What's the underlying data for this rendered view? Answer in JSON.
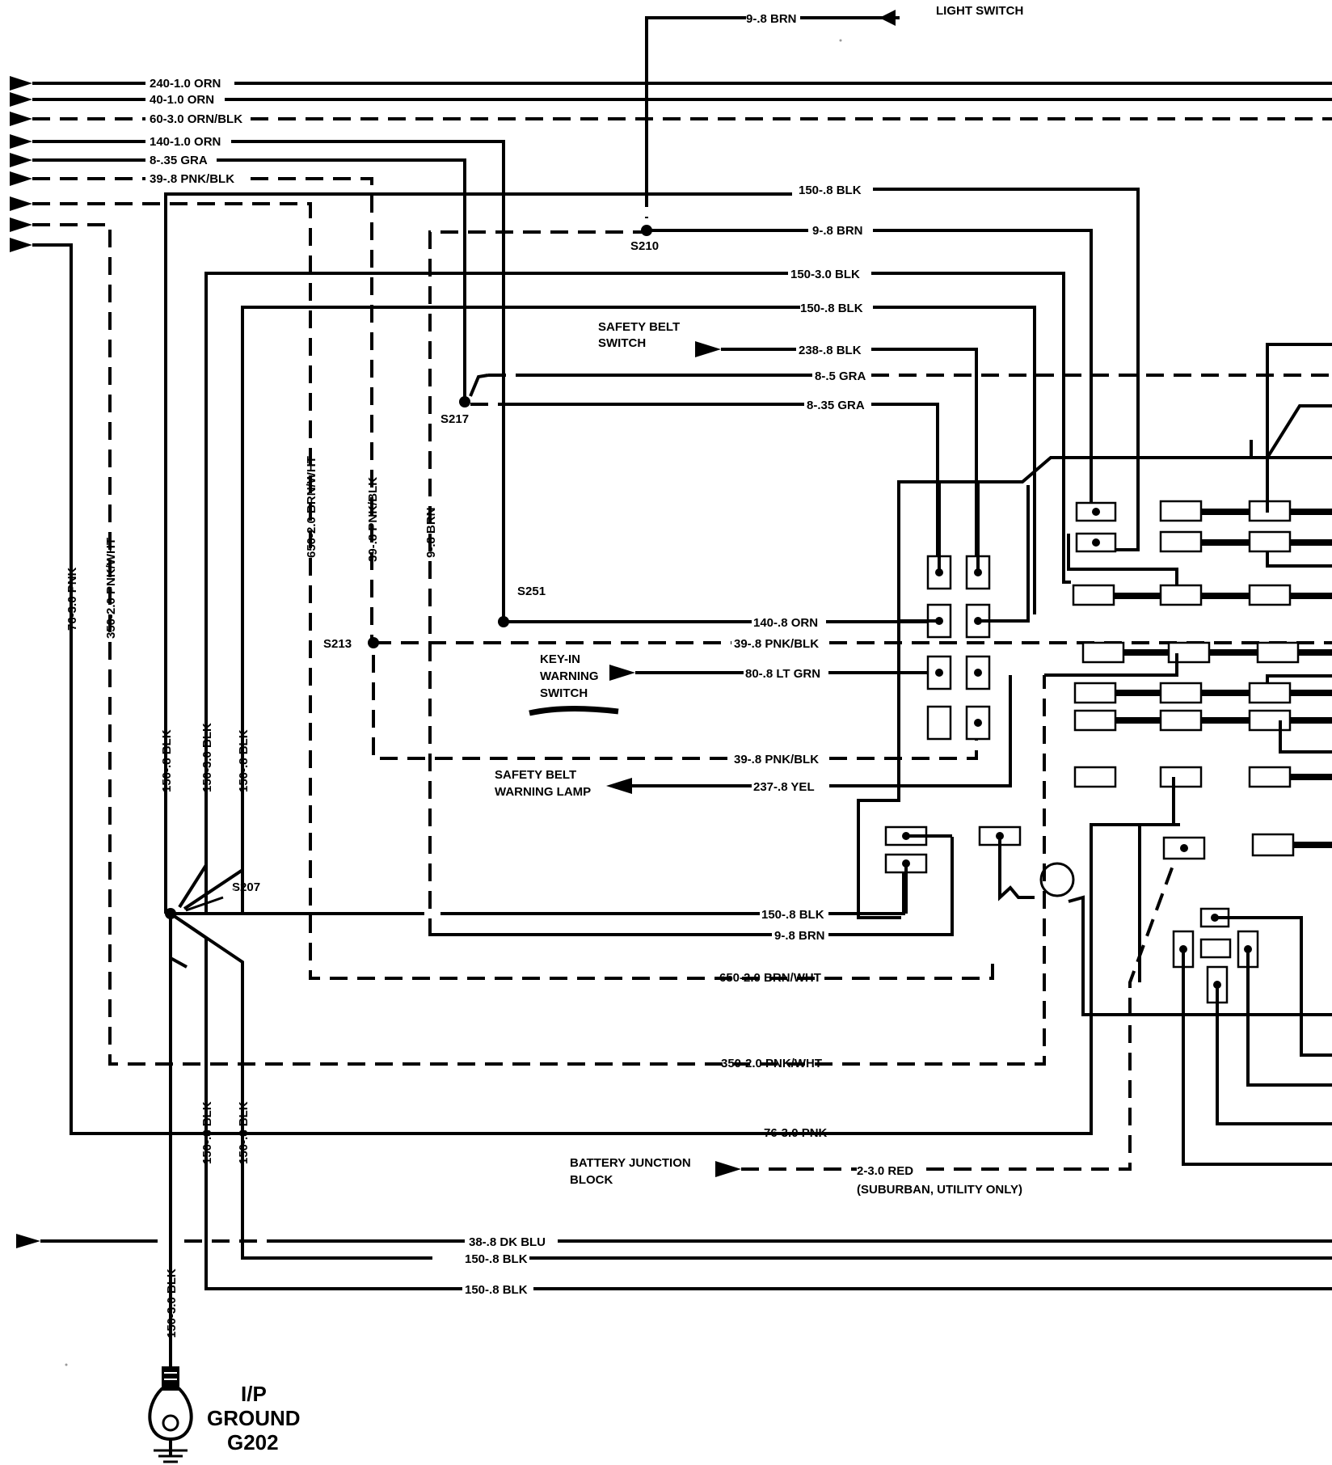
{
  "labels": {
    "light_switch": "LIGHT SWITCH",
    "w_9_8_brn": "9-.8 BRN",
    "w_240_1_0_orn": "240-1.0 ORN",
    "w_40_1_0_orn": "40-1.0 ORN",
    "w_60_3_0_orn_blk": "60-3.0 ORN/BLK",
    "w_140_1_0_orn": "140-1.0 ORN",
    "w_8_35_gra": "8-.35 GRA",
    "w_39_8_pnk_blk": "39-.8 PNK/BLK",
    "w_150_8_blk": "150-.8 BLK",
    "s210": "S210",
    "w_150_3_0_blk": "150-3.0 BLK",
    "safety_belt_switch_1": "SAFETY BELT",
    "safety_belt_switch_2": "SWITCH",
    "w_238_8_blk": "238-.8 BLK",
    "w_8_5_gra": "8-.5 GRA",
    "s217": "S217",
    "w_650_2_0_brn_wht": "650-2.0 BRN/WHT",
    "w_350_2_0_pnk_wht": "350-2.0 PNK/WHT",
    "w_76_3_0_pnk": "76-3.0 PNK",
    "s251": "S251",
    "w_140_8_orn": "140-.8 ORN",
    "s213": "S213",
    "key_in_1": "KEY-IN",
    "key_in_2": "WARNING",
    "key_in_3": "SWITCH",
    "w_80_8_lt_grn": "80-.8 LT GRN",
    "safety_lamp_1": "SAFETY BELT",
    "safety_lamp_2": "WARNING LAMP",
    "w_237_8_yel": "237-.8 YEL",
    "s207": "S207",
    "battery_1": "BATTERY JUNCTION",
    "battery_2": "BLOCK",
    "w_2_3_0_red": "2-3.0 RED",
    "suburban": "(SUBURBAN, UTILITY ONLY)",
    "w_38_8_dk_blu": "38-.8 DK BLU",
    "ground_1": "I/P",
    "ground_2": "GROUND",
    "ground_3": "G202"
  }
}
